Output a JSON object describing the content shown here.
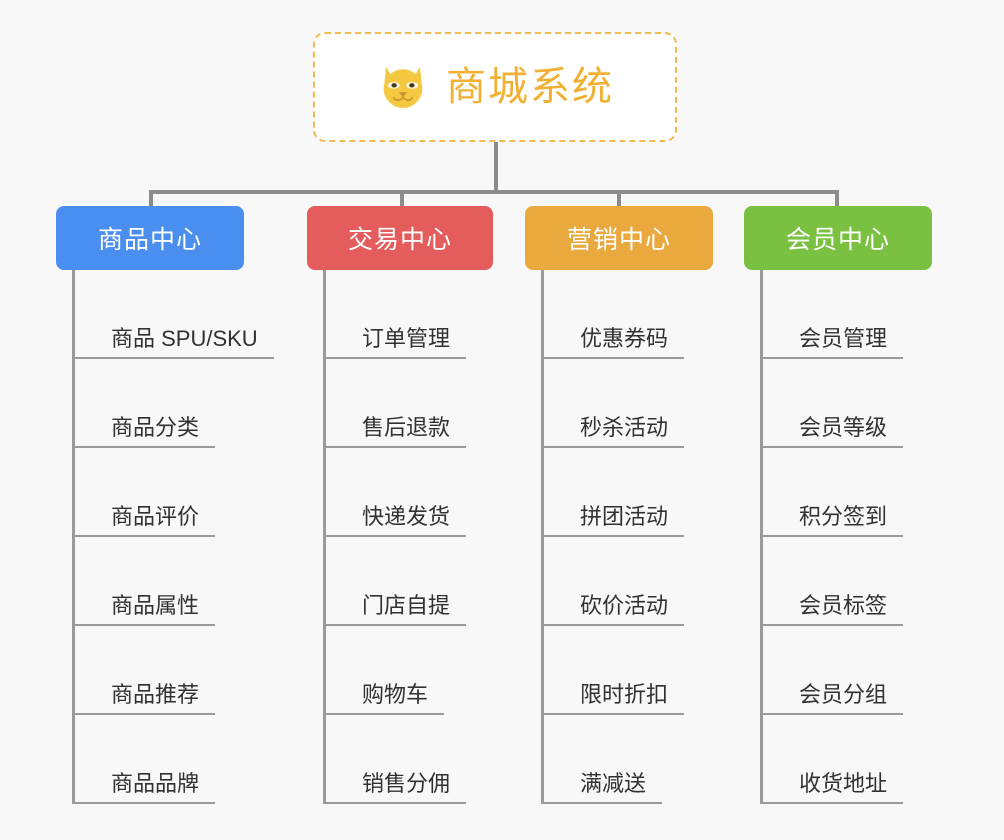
{
  "page": {
    "background_color": "#f8f8f8",
    "type": "mindmap"
  },
  "root": {
    "title": "商城系统",
    "icon": "shiba-dog-face-icon",
    "border_color": "#f0b952",
    "text_color": "#f0b034",
    "background_color": "#ffffff"
  },
  "branches": [
    {
      "label": "商品中心",
      "color": "#4a8ef0",
      "items": [
        "商品 SPU/SKU",
        "商品分类",
        "商品评价",
        "商品属性",
        "商品推荐",
        "商品品牌"
      ]
    },
    {
      "label": "交易中心",
      "color": "#e45c5c",
      "items": [
        "订单管理",
        "售后退款",
        "快递发货",
        "门店自提",
        "购物车",
        "销售分佣"
      ]
    },
    {
      "label": "营销中心",
      "color": "#eaa93e",
      "items": [
        "优惠券码",
        "秒杀活动",
        "拼团活动",
        "砍价活动",
        "限时折扣",
        "满减送"
      ]
    },
    {
      "label": "会员中心",
      "color": "#7ac142",
      "items": [
        "会员管理",
        "会员等级",
        "积分签到",
        "会员标签",
        "会员分组",
        "收货地址"
      ]
    }
  ],
  "connectors": {
    "line_color": "#8c8c8c",
    "spine_color": "#9a9a9a"
  }
}
